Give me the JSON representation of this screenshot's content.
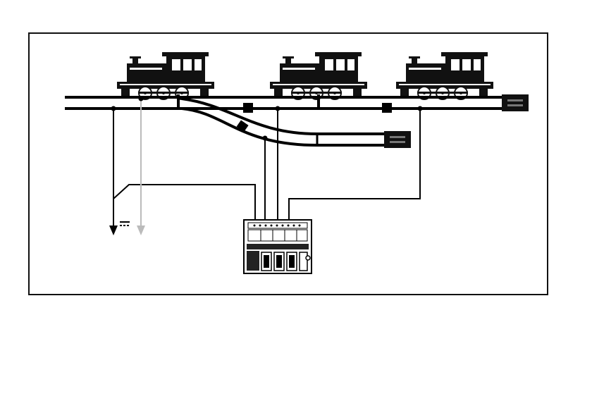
{
  "diagram": {
    "power_symbol": "direct-current",
    "colors": {
      "line": "#000000",
      "ground_wire": "#bbbbbb",
      "frame": "#111111"
    },
    "locomotives": [
      {
        "id": "loco-left",
        "icon": "locomotive-icon"
      },
      {
        "id": "loco-middle",
        "icon": "locomotive-icon"
      },
      {
        "id": "loco-right",
        "icon": "locomotive-icon"
      }
    ],
    "buffer_stops": [
      {
        "id": "main-track-end",
        "icon": "buffer-stop-icon"
      },
      {
        "id": "siding-track-end",
        "icon": "buffer-stop-icon"
      }
    ],
    "control_box": {
      "icon": "control-panel-icon",
      "switches": 4
    }
  }
}
